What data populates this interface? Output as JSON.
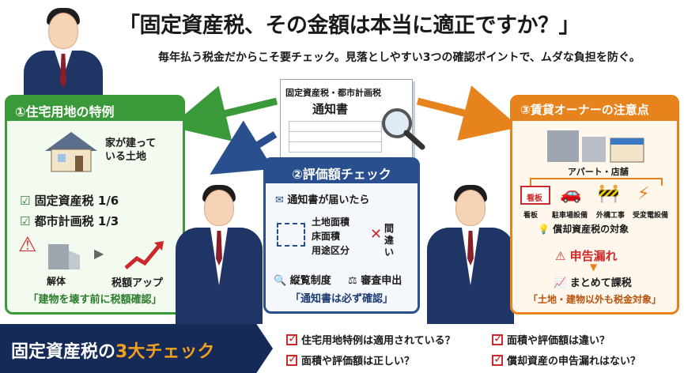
{
  "title": "「固定資産税、その金額は本当に適正ですか？」",
  "subtitle": "毎年払う税金だからこそ要チェック。見落としやすい3つの確認ポイントで、ムダな負担を防ぐ。",
  "notice": {
    "header": "固定資産税・都市計画税",
    "name": "通知書"
  },
  "panel1": {
    "title": "①住宅用地の特例",
    "house_label": "家が建っている土地",
    "rate1": "固定資産税 1/6",
    "rate2": "都市計画税 1/3",
    "demolish": "解体",
    "tax_up": "税額アップ",
    "footer": "「建物を壊す前に税額確認」"
  },
  "panel2": {
    "title": "②評価額チェック",
    "arrival": "通知書が届いたら",
    "items": [
      "土地面積",
      "床面積",
      "用途区分"
    ],
    "mistake": "間違い",
    "option1": "縦覧制度",
    "option2": "審査申出",
    "footer": "「通知書は必ず確認」"
  },
  "panel3": {
    "title": "③賃貸オーナーの注意点",
    "building_label": "アパート・店舗",
    "sign_text": "看板",
    "assets": [
      "看板",
      "駐車場設備",
      "外構工事",
      "受変電設備"
    ],
    "depreciation": "償却資産税の対象",
    "warning": "申告漏れ",
    "combined": "まとめて課税",
    "footer": "「土地・建物以外も税金対象」"
  },
  "bottom": {
    "heading_prefix": "固定資産税の",
    "heading_accent": "3大チェック",
    "checks": [
      "住宅用地特例は適用されている？",
      "面積や評価額は違い？",
      "面積や評価額は正しい？",
      "償却資産の申告漏れはない？"
    ]
  },
  "colors": {
    "green": "#3a9a3a",
    "blue": "#2a4f8f",
    "orange": "#e7831c",
    "navy": "#152a57",
    "red": "#cc2a2a"
  }
}
